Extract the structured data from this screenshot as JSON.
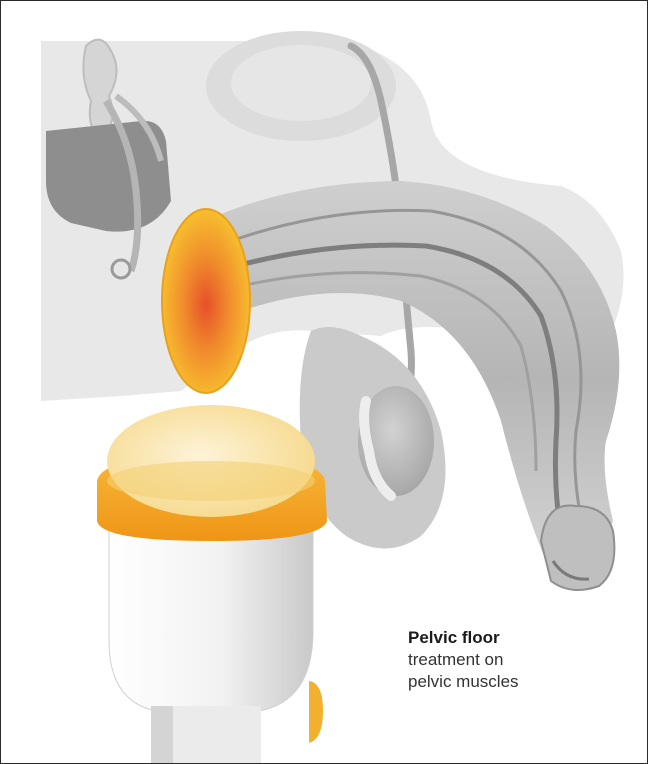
{
  "caption": {
    "title": "Pelvic floor",
    "line1": "treatment on",
    "line2": "pelvic muscles"
  },
  "colors": {
    "anatomy_light": "#e6e6e6",
    "anatomy_mid": "#cfcfcf",
    "anatomy_dark": "#8f8f8f",
    "heat_center": "#e8582a",
    "heat_edge": "#f7c52e",
    "applicator_ring": "#f3a21c",
    "applicator_top": "#fbe7b0",
    "applicator_body": "#f0f0f0"
  },
  "icons": [
    "pelvic-anatomy-illustration",
    "heat-zone",
    "treatment-applicator"
  ]
}
